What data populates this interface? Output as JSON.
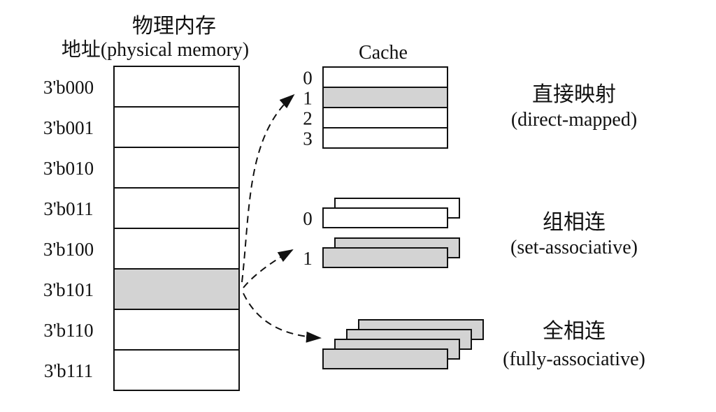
{
  "memory": {
    "title_cn": "物理内存",
    "subtitle": "地址(physical memory)",
    "addresses": [
      "3'b000",
      "3'b001",
      "3'b010",
      "3'b011",
      "3'b100",
      "3'b101",
      "3'b110",
      "3'b111"
    ],
    "highlighted_address": "3'b101"
  },
  "cache": {
    "title": "Cache",
    "direct_mapped": {
      "indices": [
        "0",
        "1",
        "2",
        "3"
      ],
      "highlighted_index": "1",
      "label_cn": "直接映射",
      "label_en": "(direct-mapped)"
    },
    "set_associative": {
      "indices": [
        "0",
        "1"
      ],
      "highlighted_index": "1",
      "label_cn": "组相连",
      "label_en": "(set-associative)"
    },
    "fully_associative": {
      "label_cn": "全相连",
      "label_en": "(fully-associative)"
    }
  },
  "colors": {
    "highlight": "#d3d3d3",
    "stroke": "#111111",
    "background": "#ffffff"
  }
}
